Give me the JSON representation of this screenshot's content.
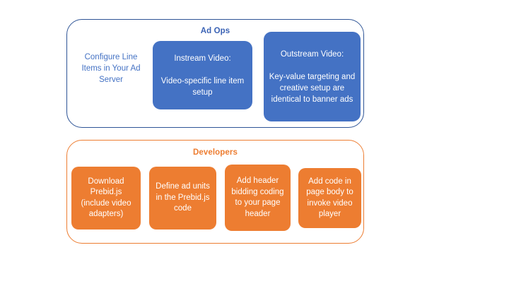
{
  "diagram": {
    "groups": [
      {
        "id": "ad-ops",
        "title": "Ad Ops",
        "accent_color": "#4472C4",
        "border_color": "#2E5496",
        "nodes": [
          {
            "id": "configure-line-items",
            "style": "plain-text",
            "text": "Configure Line Items in Your Ad Server",
            "text_color": "#4472C4"
          },
          {
            "id": "instream-video",
            "style": "filled",
            "fill_color": "#4472C4",
            "text_color": "#FFFFFF",
            "heading": "Instream Video:",
            "body": "Video-specific line item setup",
            "text": "Instream Video:\n\nVideo-specific line item setup"
          },
          {
            "id": "outstream-video",
            "style": "filled",
            "fill_color": "#4472C4",
            "text_color": "#FFFFFF",
            "heading": "Outstream Video:",
            "body": "Key-value targeting and creative setup are identical to banner ads",
            "text": "Outstream Video:\n\nKey-value targeting and creative setup are identical to banner ads"
          }
        ]
      },
      {
        "id": "developers",
        "title": "Developers",
        "accent_color": "#ED7D31",
        "border_color": "#ED7D31",
        "nodes": [
          {
            "id": "download-prebid",
            "style": "filled",
            "fill_color": "#ED7D31",
            "text_color": "#FFFFFF",
            "text": "Download Prebid.js (include video adapters)"
          },
          {
            "id": "define-ad-units",
            "style": "filled",
            "fill_color": "#ED7D31",
            "text_color": "#FFFFFF",
            "text": "Define ad units in the Prebid.js code"
          },
          {
            "id": "add-header-bidding-code",
            "style": "filled",
            "fill_color": "#ED7D31",
            "text_color": "#FFFFFF",
            "text": "Add header bidding coding to your page header"
          },
          {
            "id": "add-page-body-code",
            "style": "filled",
            "fill_color": "#ED7D31",
            "text_color": "#FFFFFF",
            "text": "Add code in page body to invoke video player"
          }
        ]
      }
    ]
  }
}
